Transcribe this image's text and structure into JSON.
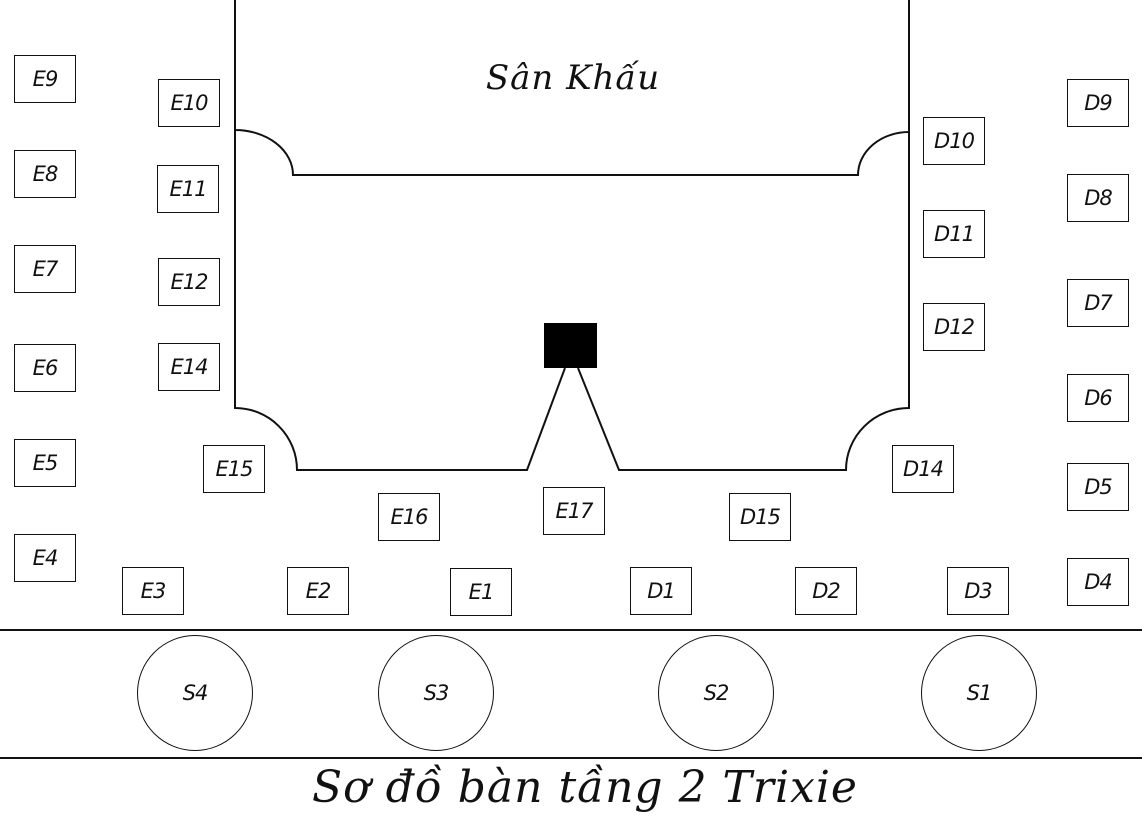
{
  "stage_label": "Sân Khấu",
  "title": "Sơ đồ bàn tầng 2 Trixie",
  "tables": [
    "E9",
    "E10",
    "E8",
    "E11",
    "E7",
    "E12",
    "E6",
    "E14",
    "E5",
    "E15",
    "E4",
    "E16",
    "E17",
    "D15",
    "E3",
    "E2",
    "E1",
    "D1",
    "D2",
    "D3",
    "D4",
    "D9",
    "D10",
    "D8",
    "D11",
    "D7",
    "D12",
    "D6",
    "D14",
    "D5"
  ],
  "seats": [
    "S4",
    "S3",
    "S2",
    "S1"
  ]
}
